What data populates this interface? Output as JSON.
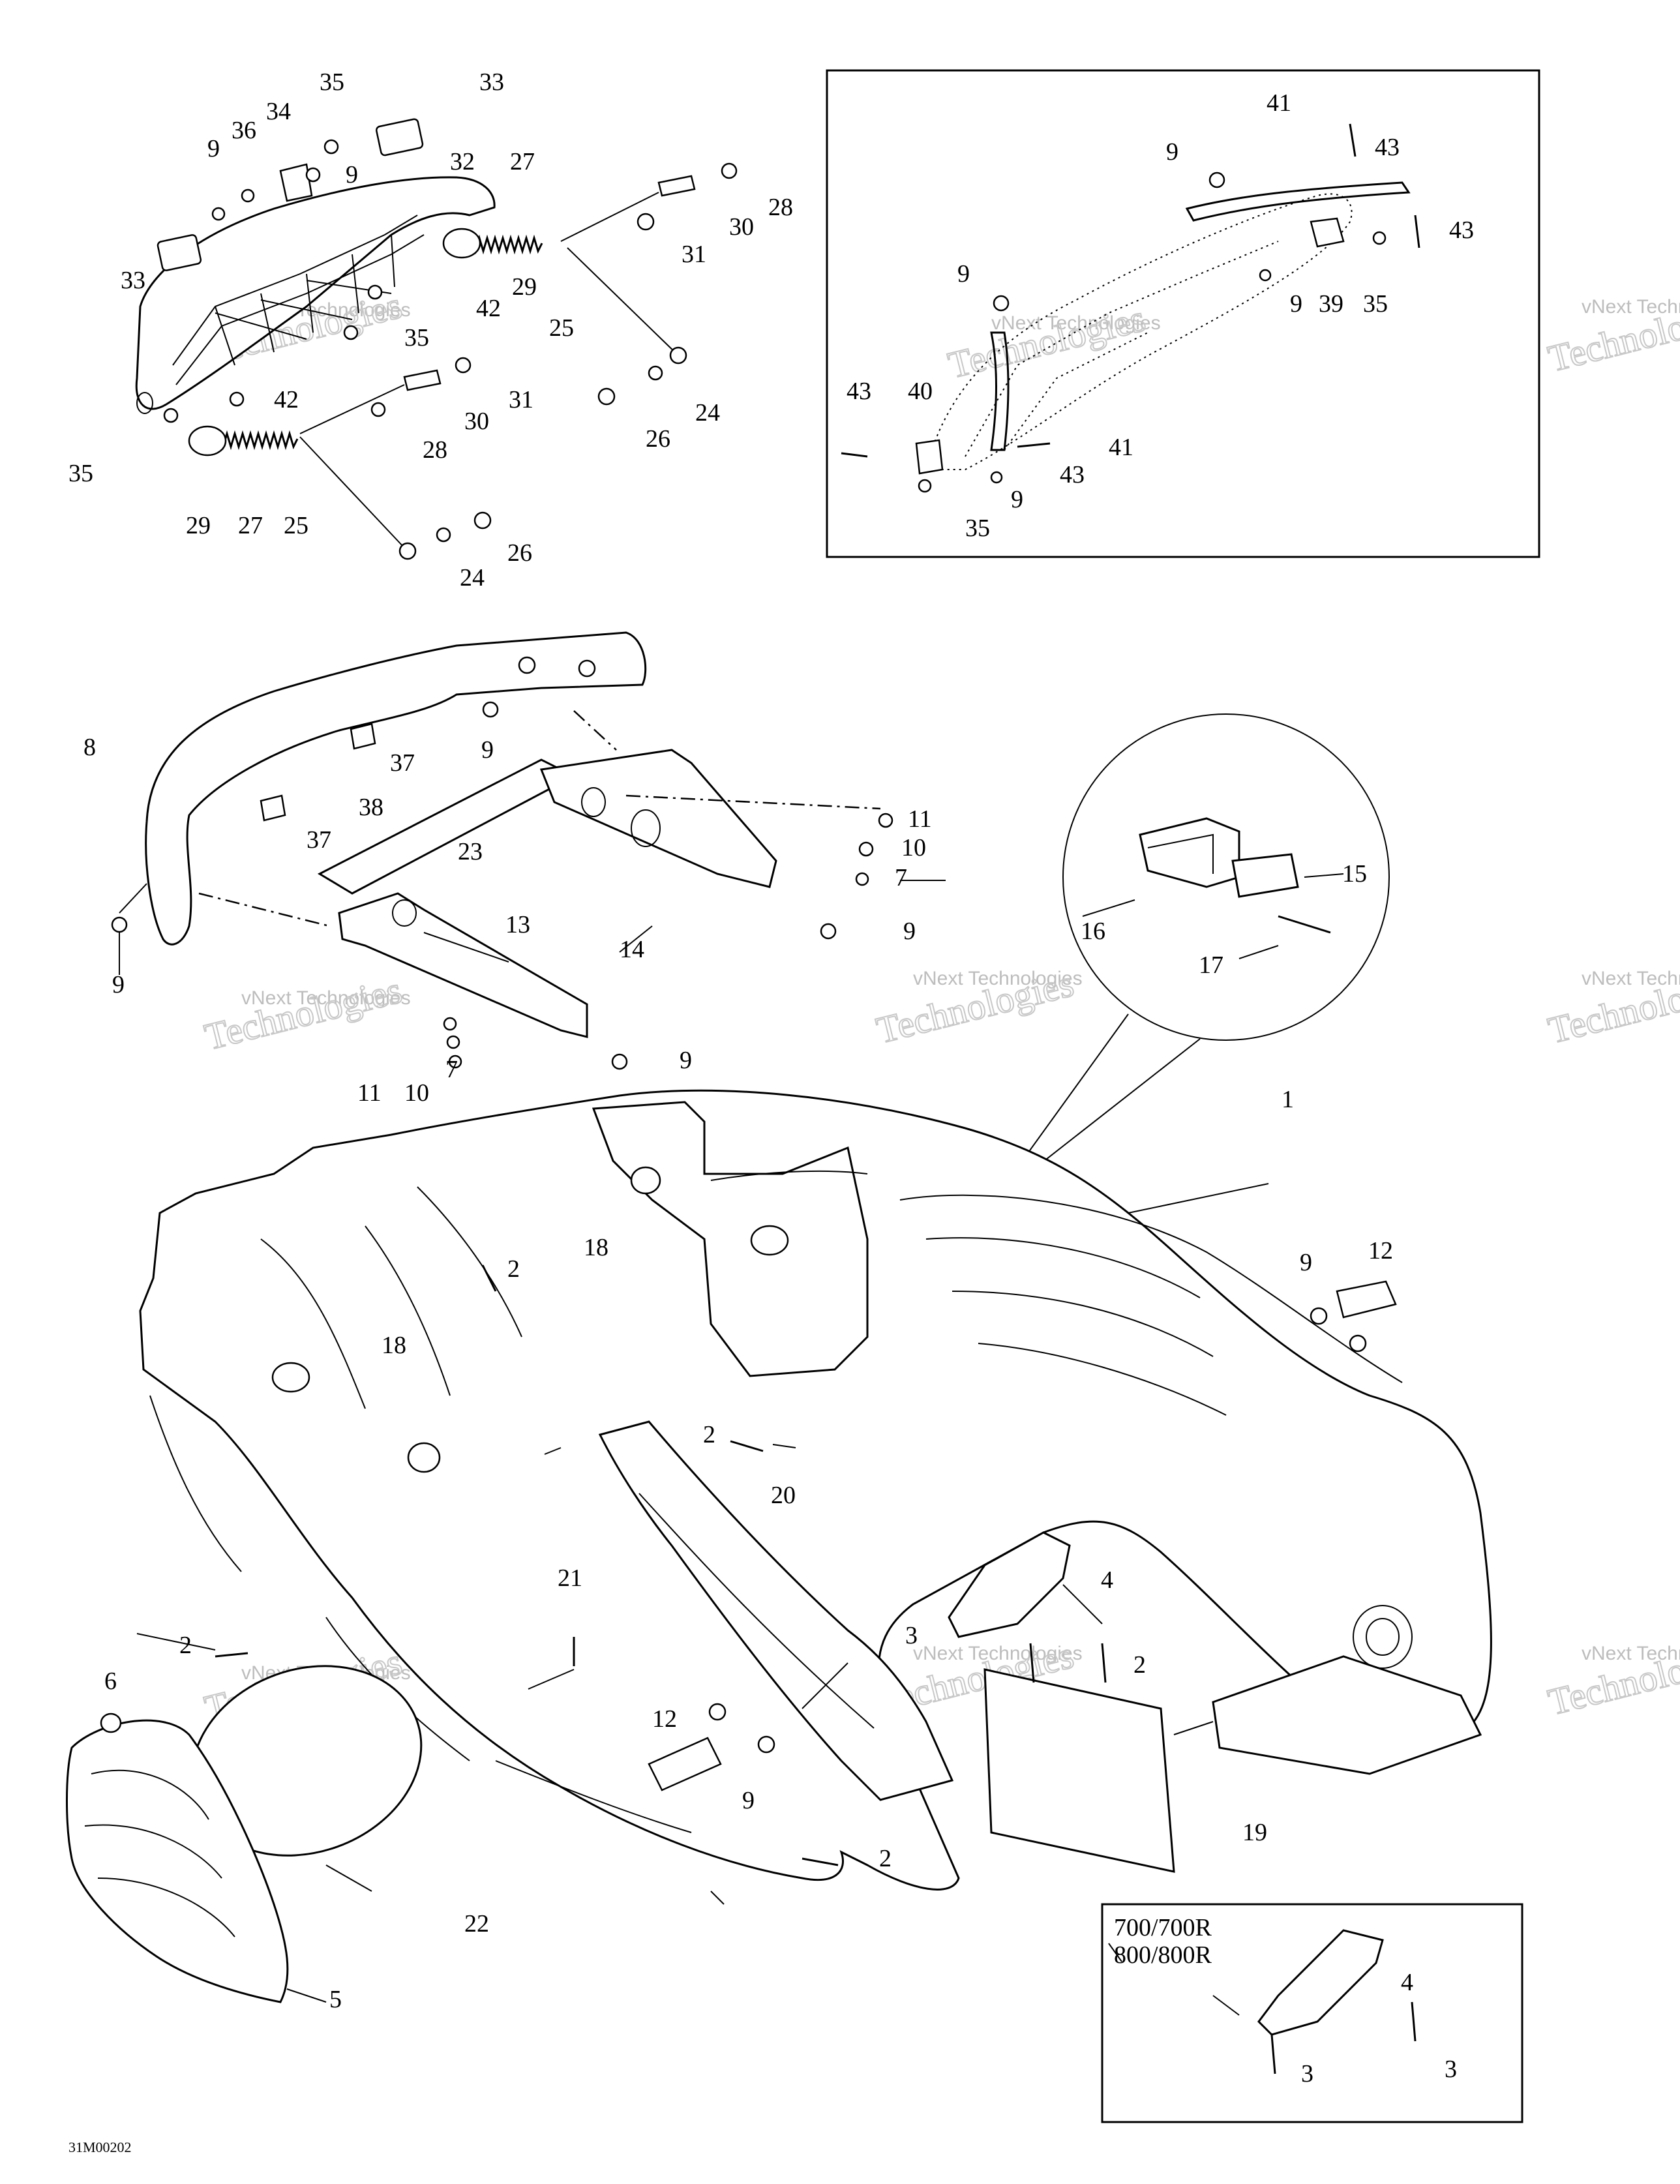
{
  "diagram": {
    "drawing_code": "31M00202",
    "watermark": {
      "line1": "vNext Technologies",
      "line2": "Technologies"
    },
    "callouts": {
      "c1": "1",
      "c2": "2",
      "c3": "3",
      "c4": "4",
      "c5": "5",
      "c6": "6",
      "c7": "7",
      "c8": "8",
      "c9": "9",
      "c10": "10",
      "c11": "11",
      "c12": "12",
      "c13": "13",
      "c14": "14",
      "c15": "15",
      "c16": "16",
      "c17": "17",
      "c18": "18",
      "c19": "19",
      "c20": "20",
      "c21": "21",
      "c22": "22",
      "c23": "23",
      "c24": "24",
      "c25": "25",
      "c26": "26",
      "c27": "27",
      "c28": "28",
      "c29": "29",
      "c30": "30",
      "c31": "31",
      "c32": "32",
      "c33": "33",
      "c34": "34",
      "c35": "35",
      "c36": "36",
      "c37": "37",
      "c38": "38",
      "c39": "39",
      "c40": "40",
      "c41": "41",
      "c42": "42",
      "c43": "43"
    },
    "model_note": {
      "line1": "700/700R",
      "line2": "800/800R"
    }
  }
}
